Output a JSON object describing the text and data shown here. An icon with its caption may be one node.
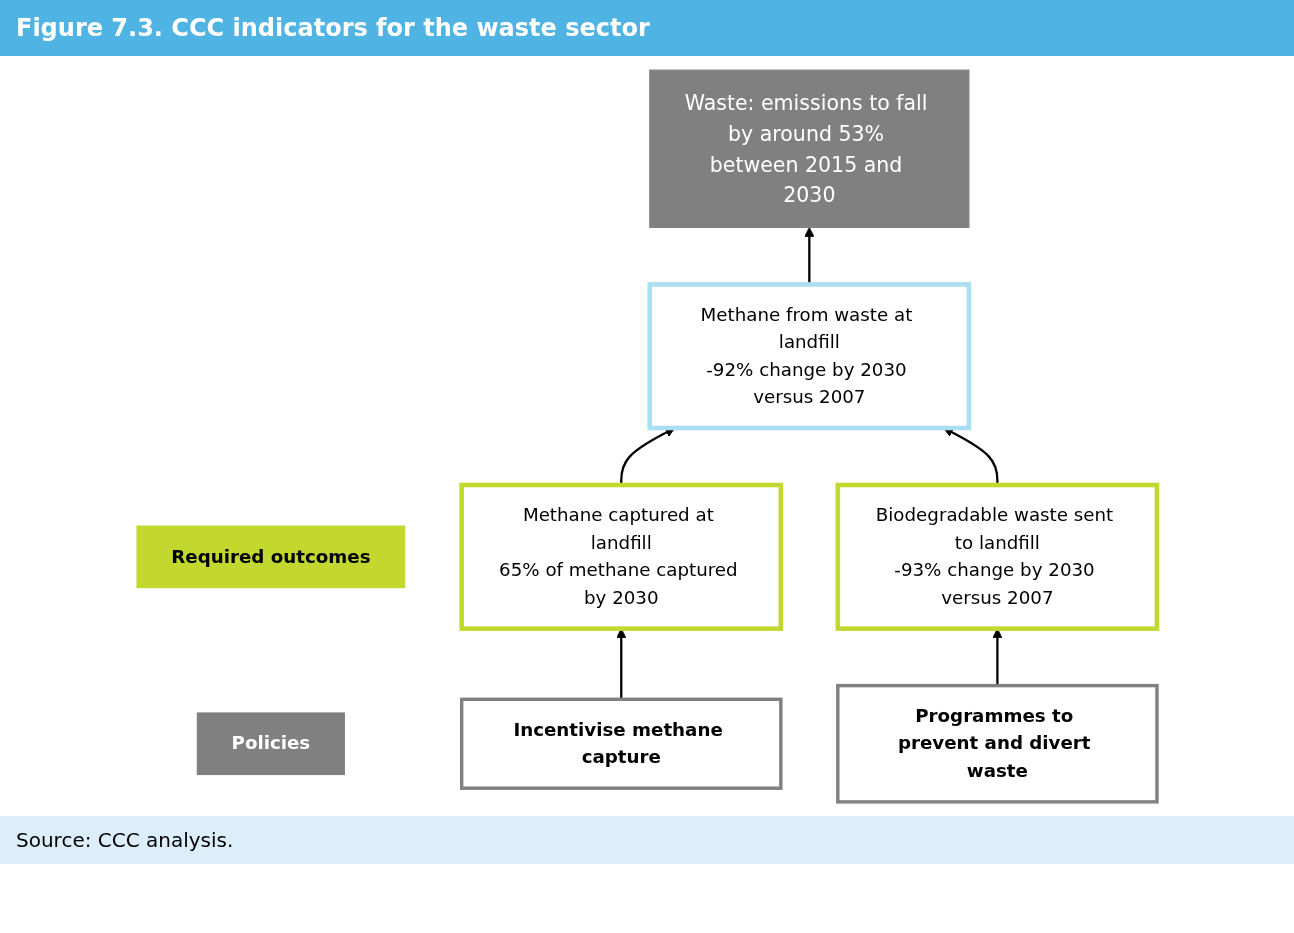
{
  "diagram": {
    "title": "Figure 7.3. CCC indicators for the waste sector",
    "caption": "Source: CCC analysis.",
    "nodes": [
      {
        "text": [
          "Waste: emissions to fall by around 53% between 2015 and 2030"
        ]
      },
      {
        "text": [
          "Methane from waste at landfill",
          "-92% change by 2030 versus 2007"
        ]
      },
      {
        "text": [
          "Required outcomes"
        ]
      },
      {
        "text": [
          "Methane captured at landfill",
          "65% of methane captured by 2030"
        ]
      },
      {
        "text": [
          "Biodegradable waste sent to landfill",
          "-93% change by 2030 versus 2007"
        ]
      },
      {
        "text": [
          "Policies"
        ]
      },
      {
        "text": [
          "Incentivise methane capture"
        ]
      },
      {
        "text": [
          "Programmes to prevent and divert waste"
        ]
      }
    ],
    "edges": [
      {
        "from": 1,
        "to": 0,
        "arrow": "to"
      },
      {
        "from": 3,
        "to": 1,
        "arrow": "to"
      },
      {
        "from": 4,
        "to": 1,
        "arrow": "to"
      },
      {
        "from": 6,
        "to": 3,
        "arrow": "to"
      },
      {
        "from": 7,
        "to": 4,
        "arrow": "to"
      }
    ]
  }
}
